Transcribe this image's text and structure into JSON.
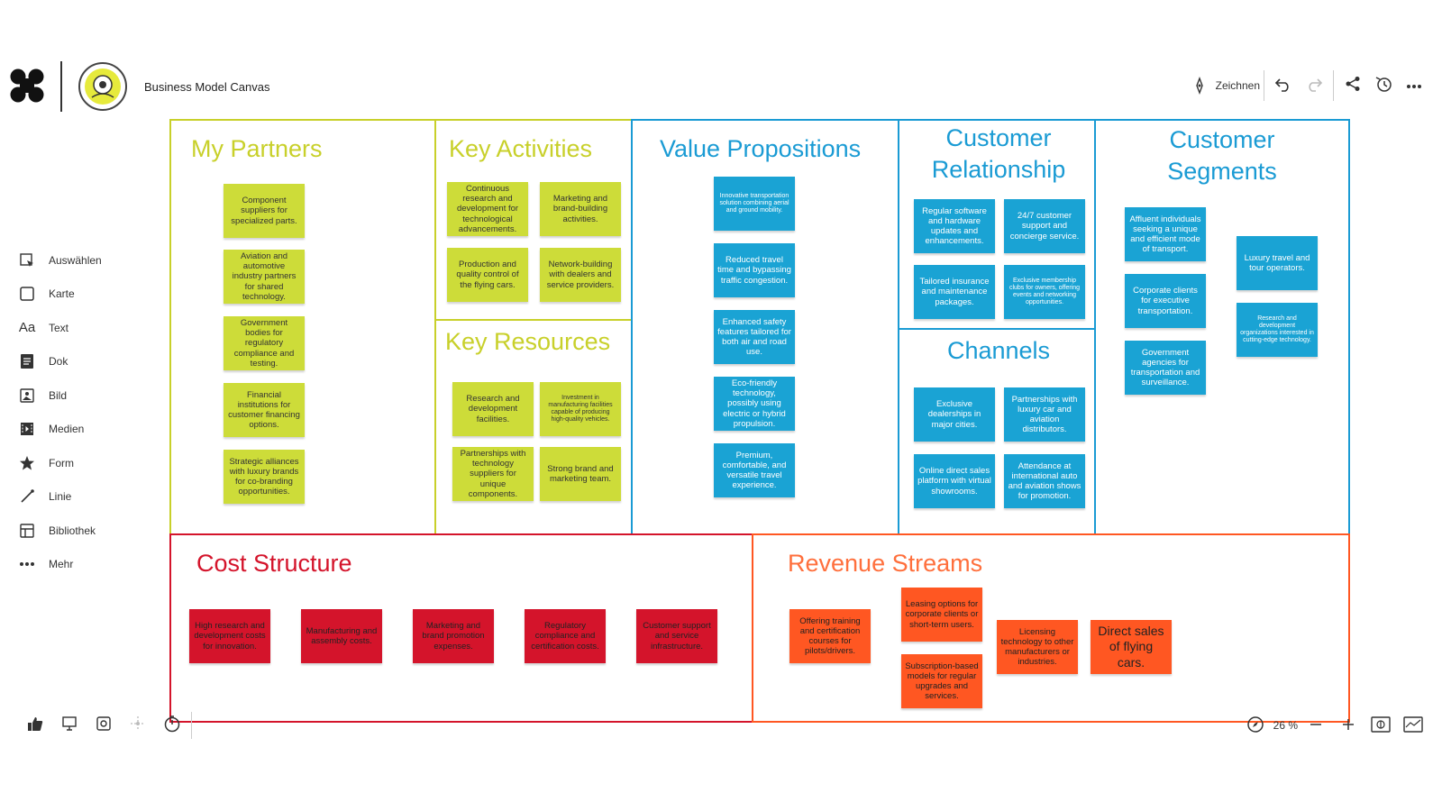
{
  "header": {
    "board_title": "Business Model Canvas",
    "draw_label": "Zeichnen"
  },
  "icons": {
    "app_logo": "app-logo-icon",
    "avatar": "avatar",
    "draw": "pen-icon",
    "undo": "undo-icon",
    "redo": "redo-icon",
    "share": "share-icon",
    "history": "history-icon",
    "more": "more-icon"
  },
  "sidebar": {
    "items": [
      {
        "label": "Auswählen",
        "icon": "select-icon"
      },
      {
        "label": "Karte",
        "icon": "card-icon"
      },
      {
        "label": "Text",
        "icon": "text-icon"
      },
      {
        "label": "Dok",
        "icon": "document-icon"
      },
      {
        "label": "Bild",
        "icon": "image-icon"
      },
      {
        "label": "Medien",
        "icon": "media-icon"
      },
      {
        "label": "Form",
        "icon": "star-icon"
      },
      {
        "label": "Linie",
        "icon": "line-icon"
      },
      {
        "label": "Bibliothek",
        "icon": "library-icon"
      },
      {
        "label": "Mehr",
        "icon": "more-icon"
      }
    ]
  },
  "colors": {
    "yellow": "#c8d02a",
    "blue": "#1a9bd4",
    "red": "#d4142b",
    "orange": "#ff5722",
    "note_yellow": "#cddc39",
    "note_blue": "#1aa3d4"
  },
  "canvas": {
    "partners": {
      "title": "My Partners",
      "notes": [
        "Component suppliers for specialized parts.",
        "Aviation and automotive industry partners for shared technology.",
        "Government bodies for regulatory compliance and testing.",
        "Financial institutions for customer financing options.",
        "Strategic alliances with luxury brands for co-branding opportunities."
      ]
    },
    "activities": {
      "title": "Key Activities",
      "notes": [
        "Continuous research and development for technological advancements.",
        "Marketing and brand-building activities.",
        "Production and quality control of the flying cars.",
        "Network-building with dealers and service providers."
      ]
    },
    "resources": {
      "title": "Key Resources",
      "notes": [
        "Research and development facilities.",
        "Investment in manufacturing facilities capable of producing high-quality vehicles.",
        "Partnerships with technology suppliers for unique components.",
        "Strong brand and marketing team."
      ]
    },
    "value": {
      "title": "Value Propositions",
      "notes": [
        "Innovative transportation solution combining aerial and ground mobility.",
        "Reduced travel time and bypassing traffic congestion.",
        "Enhanced safety features tailored for both air and road use.",
        "Eco-friendly technology, possibly using electric or hybrid propulsion.",
        "Premium, comfortable, and versatile travel experience."
      ]
    },
    "relationship": {
      "title": "Customer Relationship",
      "notes": [
        "Regular software and hardware updates and enhancements.",
        "24/7 customer support and concierge service.",
        "Tailored insurance and maintenance packages.",
        "Exclusive membership clubs for owners, offering events and networking opportunities."
      ]
    },
    "channels": {
      "title": "Channels",
      "notes": [
        "Exclusive dealerships in major cities.",
        "Partnerships with luxury car and aviation distributors.",
        "Online direct sales platform with virtual showrooms.",
        "Attendance at international auto and aviation shows for promotion."
      ]
    },
    "segments": {
      "title": "Customer Segments",
      "notes": [
        "Affluent individuals seeking a unique and efficient mode of transport.",
        "Luxury travel and tour operators.",
        "Corporate clients for executive transportation.",
        "Research and development organizations interested in cutting-edge technology.",
        "Government agencies for transportation and surveillance."
      ]
    },
    "costs": {
      "title": "Cost Structure",
      "notes": [
        "High research and development costs for innovation.",
        "Manufacturing and assembly costs.",
        "Marketing and brand promotion expenses.",
        "Regulatory compliance and certification costs.",
        "Customer support and service infrastructure."
      ]
    },
    "revenue": {
      "title": "Revenue Streams",
      "notes": [
        "Offering training and certification courses for pilots/drivers.",
        "Leasing options for corporate clients or short-term users.",
        "Subscription-based models for regular upgrades and services.",
        "Licensing technology to other manufacturers or industries.",
        "Direct sales of flying cars."
      ]
    }
  },
  "bottom": {
    "zoom": "26 %",
    "left_icons": [
      "thumbs-up-icon",
      "presentation-icon",
      "settings-icon",
      "move-icon",
      "timer-icon"
    ],
    "right_icons": [
      "compass-icon",
      "zoom-out-icon",
      "zoom-in-icon",
      "fit-screen-icon",
      "map-icon"
    ]
  }
}
